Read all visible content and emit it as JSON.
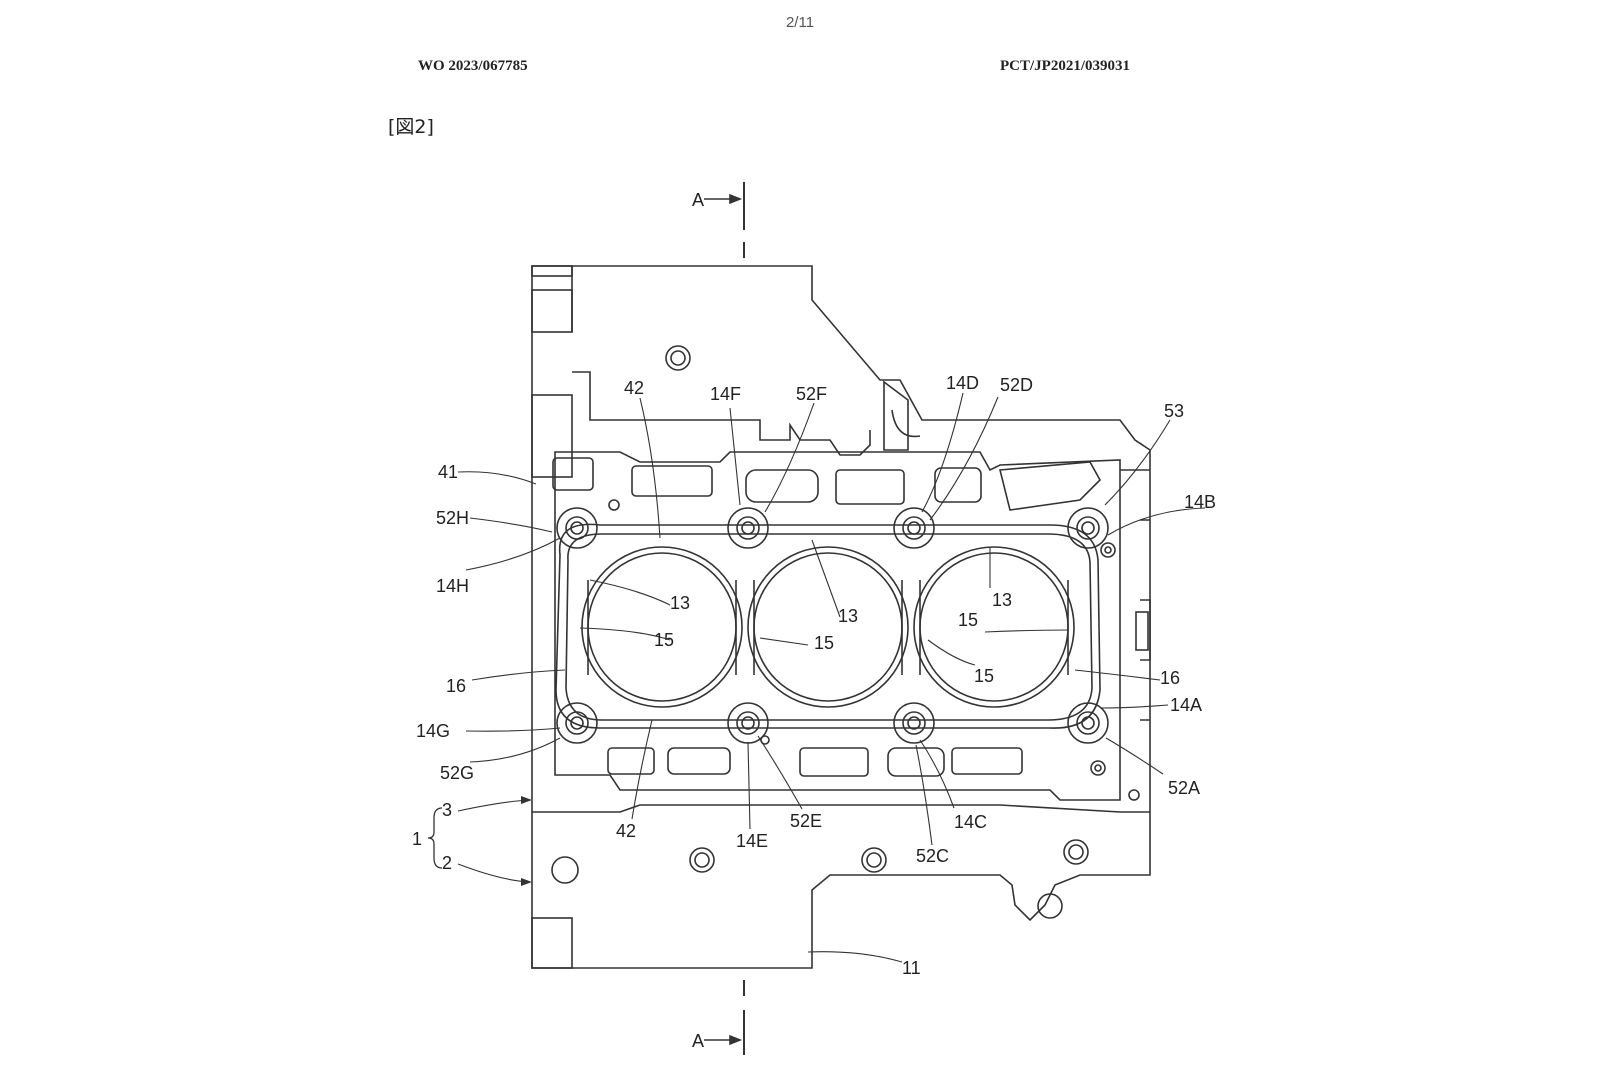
{
  "page_number": "2/11",
  "publication_number": "WO 2023/067785",
  "application_number": "PCT/JP2021/039031",
  "figure_label": "[図2]",
  "labels": {
    "section_arrow": "A",
    "l41": "41",
    "l42": "42",
    "l14F": "14F",
    "l52F": "52F",
    "l14D": "14D",
    "l52D": "52D",
    "l53": "53",
    "l14B": "14B",
    "l52H": "52H",
    "l14H": "14H",
    "l13": "13",
    "l15": "15",
    "l16": "16",
    "l14A": "14A",
    "l14G": "14G",
    "l52G": "52G",
    "l52A": "52A",
    "l52E": "52E",
    "l14E": "14E",
    "l14C": "14C",
    "l52C": "52C",
    "l11": "11",
    "l1": "1",
    "l2": "2",
    "l3": "3"
  }
}
